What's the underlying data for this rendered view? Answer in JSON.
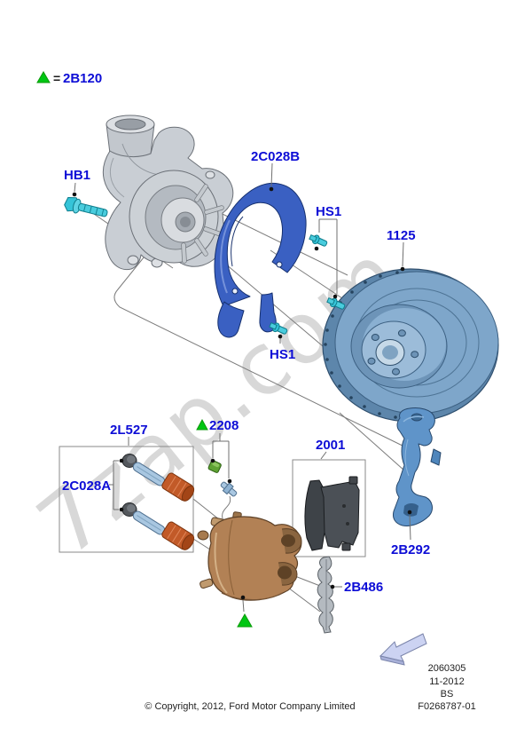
{
  "legend": {
    "symbol_icon": "green-note-triangle",
    "equals": "=",
    "part_code": "2B120"
  },
  "callouts": {
    "hub_bolt": "HB1",
    "dust_shield": "2C028B",
    "shield_screws_upper": "HS1",
    "rotor": "1125",
    "shield_screw_lower": "HS1",
    "guide_pin_kit": "2L527",
    "guide_pin_caps": "2C028A",
    "bleeder_screw": "2208",
    "brake_pads": "2001",
    "caliper_bracket": "2B292",
    "pad_clip": "2B486"
  },
  "watermark": "7zap.com",
  "footer": {
    "copyright": "© Copyright, 2012, Ford Motor Company Limited",
    "catalog_number": "2060305",
    "revision_date": "11-2012",
    "market_code": "BS",
    "figure_number": "F0268787-01"
  },
  "icons": {
    "note_triangle": "green-note-triangle",
    "direction_arrow": "forward-direction-arrow"
  },
  "colors": {
    "callout_blue": "#0d0dd6",
    "note_green": "#00c613",
    "watermark_gray": "#d8d8d8",
    "shield_blue": "#3a60c2",
    "rotor_blue": "#7ea6ca",
    "bracket_blue": "#5f94c9",
    "caliper_bronze": "#b28155",
    "hardware_cyan": "#3fc9dc",
    "boot_orange": "#c25a28",
    "knuckle_gray": "#c9ced4",
    "line_gray": "#7b7b7b",
    "arrow_lavender": "#ccd3f2"
  }
}
